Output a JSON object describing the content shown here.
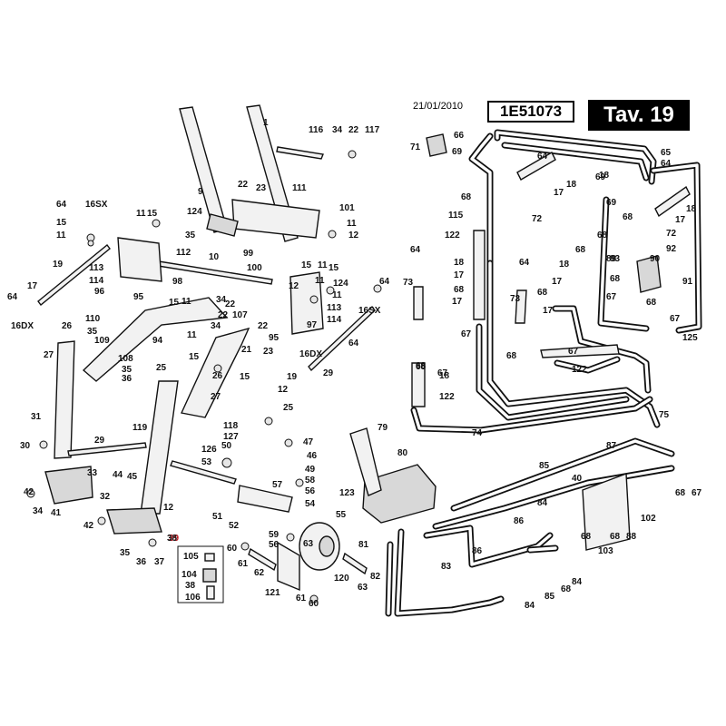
{
  "header": {
    "date": "21/01/2010",
    "code": "1E51073",
    "table": "Tav. 19"
  },
  "callouts": [
    "1",
    "116",
    "34",
    "22",
    "117",
    "9",
    "22",
    "23",
    "111",
    "124",
    "101",
    "11",
    "35",
    "99",
    "12",
    "10",
    "100",
    "11",
    "15",
    "64",
    "16SX",
    "15",
    "11",
    "113",
    "114",
    "96",
    "112",
    "98",
    "15",
    "11",
    "15",
    "124",
    "11",
    "11",
    "12",
    "19",
    "17",
    "64",
    "16DX",
    "95",
    "15",
    "11",
    "34",
    "22",
    "107",
    "22",
    "95",
    "113",
    "114",
    "97",
    "64",
    "16SX",
    "26",
    "27",
    "110",
    "35",
    "109",
    "94",
    "108",
    "35",
    "36",
    "25",
    "22",
    "34",
    "11",
    "15",
    "21",
    "23",
    "15",
    "26",
    "27",
    "25",
    "12",
    "19",
    "64",
    "16DX",
    "29",
    "31",
    "29",
    "119",
    "118",
    "127",
    "47",
    "46",
    "49",
    "126",
    "50",
    "53",
    "57",
    "58",
    "56",
    "54",
    "30",
    "33",
    "44",
    "45",
    "42",
    "34",
    "41",
    "32",
    "42",
    "12",
    "39",
    "35",
    "36",
    "37",
    "38",
    "51",
    "52",
    "105",
    "104",
    "38",
    "106",
    "60",
    "61",
    "62",
    "59",
    "56",
    "63",
    "55",
    "121",
    "61",
    "60",
    "120",
    "63",
    "66",
    "69",
    "68",
    "64",
    "65",
    "64",
    "69",
    "18",
    "17",
    "72",
    "68",
    "18",
    "69",
    "68",
    "72",
    "17",
    "18",
    "68",
    "71",
    "115",
    "122",
    "64",
    "18",
    "17",
    "64",
    "18",
    "17",
    "89",
    "93",
    "90",
    "92",
    "91",
    "68",
    "67",
    "68",
    "67",
    "125",
    "73",
    "68",
    "17",
    "73",
    "68",
    "17",
    "67",
    "68",
    "67",
    "122",
    "18",
    "68",
    "122",
    "68",
    "67",
    "75",
    "79",
    "80",
    "74",
    "123",
    "87",
    "81",
    "82",
    "83",
    "86",
    "85",
    "84",
    "86",
    "68",
    "40",
    "103",
    "102",
    "88",
    "68",
    "68",
    "67",
    "84",
    "85",
    "68",
    "84"
  ]
}
